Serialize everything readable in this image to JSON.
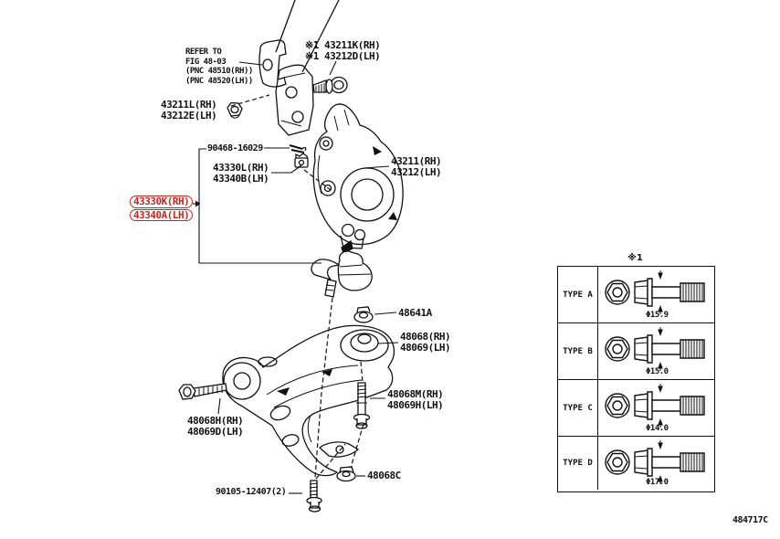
{
  "page": {
    "doc_code": "484717C",
    "bg": "#ffffff",
    "line_color": "#111111",
    "highlight_color": "#c3281e"
  },
  "labels": {
    "refer_note": {
      "l1": "REFER TO",
      "l2": "FIG 48-03",
      "l3": "(PNC 48510(RH))",
      "l4": "(PNC 48520(LH))"
    },
    "knuckle_bolt": {
      "l1": "※1 43211K(RH)",
      "l2": "※1 43212D(LH)"
    },
    "knuckle_nut": {
      "l1": "43211L(RH)",
      "l2": "43212E(LH)"
    },
    "cotter_pin": {
      "l1": "90468-16029"
    },
    "castle_nut": {
      "l1": "43330L(RH)",
      "l2": "43340B(LH)"
    },
    "ball_joint_hl": {
      "l1": "43330K(RH)",
      "l2": "43340A(LH)"
    },
    "knuckle": {
      "l1": "43211(RH)",
      "l2": "43212(LH)"
    },
    "arm_clinch_nut": {
      "l1": "48641A"
    },
    "lower_arm": {
      "l1": "48068(RH)",
      "l2": "48069(LH)"
    },
    "arm_bolt_rear": {
      "l1": "48068M(RH)",
      "l2": "48069H(LH)"
    },
    "arm_bolt_front": {
      "l1": "48068H(RH)",
      "l2": "48069D(LH)"
    },
    "arm_nut": {
      "l1": "48068C"
    },
    "arm_bolt_bottom": {
      "l1": "90105-12407(2)"
    }
  },
  "table": {
    "ref_mark": "※1",
    "rows": [
      {
        "type": "TYPE A",
        "dia": "Φ15.9"
      },
      {
        "type": "TYPE B",
        "dia": "Φ15.0"
      },
      {
        "type": "TYPE C",
        "dia": "Φ14.0"
      },
      {
        "type": "TYPE D",
        "dia": "Φ17.0"
      }
    ]
  }
}
